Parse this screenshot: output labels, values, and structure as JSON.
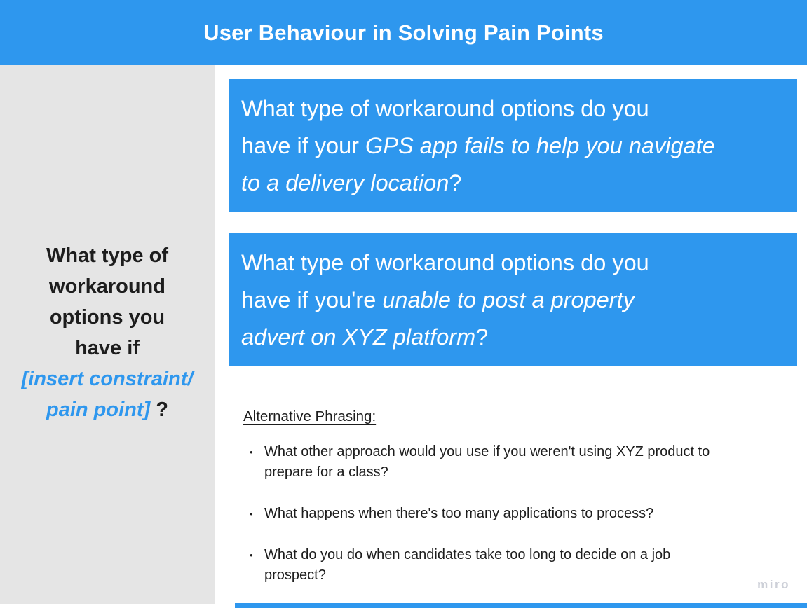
{
  "colors": {
    "accent_blue": "#2E97EE",
    "sidebar_bg": "#E5E5E5",
    "text_dark": "#1D1D1D",
    "watermark_gray": "#CDD0D8"
  },
  "header": {
    "title": "User Behaviour in Solving Pain Points"
  },
  "sidebar": {
    "prompt_lines": [
      {
        "segments": [
          {
            "text": "What type of",
            "accent": false
          }
        ]
      },
      {
        "segments": [
          {
            "text": "workaround",
            "accent": false
          }
        ]
      },
      {
        "segments": [
          {
            "text": "options you",
            "accent": false
          }
        ]
      },
      {
        "segments": [
          {
            "text": "have if",
            "accent": false
          }
        ]
      },
      {
        "segments": [
          {
            "text": "[insert constraint/",
            "accent": true
          }
        ]
      },
      {
        "segments": [
          {
            "text": "pain point]",
            "accent": true
          },
          {
            "text": " ?",
            "accent": false
          }
        ]
      }
    ]
  },
  "question_cards": [
    {
      "lines": [
        {
          "segments": [
            {
              "text": "What type of workaround options do you",
              "italic": false
            }
          ]
        },
        {
          "segments": [
            {
              "text": "have if your ",
              "italic": false
            },
            {
              "text": "GPS app fails to help you navigate",
              "italic": true
            }
          ]
        },
        {
          "segments": [
            {
              "text": "to a delivery location",
              "italic": true
            },
            {
              "text": "?",
              "italic": false
            }
          ]
        }
      ]
    },
    {
      "lines": [
        {
          "segments": [
            {
              "text": "What type of workaround options do you",
              "italic": false
            }
          ]
        },
        {
          "segments": [
            {
              "text": "have if you're ",
              "italic": false
            },
            {
              "text": "unable to post a property",
              "italic": true
            }
          ]
        },
        {
          "segments": [
            {
              "text": "advert on XYZ platform",
              "italic": true
            },
            {
              "text": "?",
              "italic": false
            }
          ]
        }
      ]
    }
  ],
  "alternative_phrasing": {
    "heading": "Alternative Phrasing:",
    "items": [
      {
        "lines": [
          "What other approach would you use if you weren't using XYZ product to",
          "prepare for a class?"
        ]
      },
      {
        "lines": [
          "What happens when there's too many applications to process?"
        ]
      },
      {
        "lines": [
          "What do you do when candidates take too long to decide on a job",
          "prospect?"
        ]
      }
    ]
  },
  "watermark": "miro"
}
